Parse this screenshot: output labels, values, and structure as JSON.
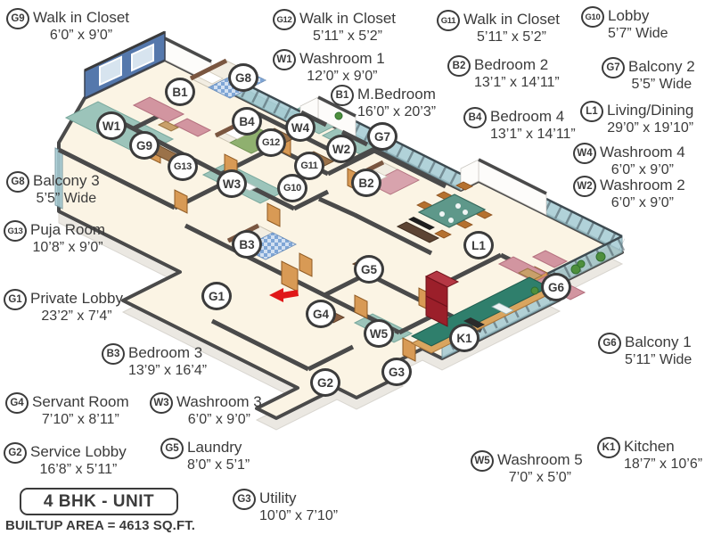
{
  "title_box": {
    "label": "4 BHK - UNIT"
  },
  "builtup_area": "BUILTUP AREA = 4613 SQ.FT.",
  "palette": {
    "wall": "#4a4a4a",
    "floor": "#fbf4e4",
    "blue_feature_wall": "#5578ac",
    "glass_teal": "#a7ccd4",
    "washroom_tile": "#9cc4ba",
    "sofa_pink": "#d295a0",
    "wood_door": "#d89a55",
    "kitchen_counter_green": "#2f7f6c",
    "fridge_red": "#9b1f2a",
    "entrance_arrow_red": "#e01818",
    "balcony_floor_tan": "#c8a87c",
    "text": "#3b3b3b"
  },
  "legend": {
    "g9": {
      "code": "G9",
      "name": "Walk in Closet",
      "dims": "6’0” x 9’0”"
    },
    "g12": {
      "code": "G12",
      "name": "Walk in Closet",
      "dims": "5’11” x 5’2”"
    },
    "g11": {
      "code": "G11",
      "name": "Walk in Closet",
      "dims": "5’11” x 5’2”"
    },
    "g10": {
      "code": "G10",
      "name": "Lobby",
      "dims": "5’7” Wide"
    },
    "w1": {
      "code": "W1",
      "name": "Washroom 1",
      "dims": "12’0” x 9’0”"
    },
    "b1": {
      "code": "B1",
      "name": "M.Bedroom",
      "dims": "16’0” x 20’3”"
    },
    "b2": {
      "code": "B2",
      "name": "Bedroom 2",
      "dims": "13’1” x 14’11”"
    },
    "g7": {
      "code": "G7",
      "name": "Balcony 2",
      "dims": "5’5” Wide"
    },
    "b4": {
      "code": "B4",
      "name": "Bedroom 4",
      "dims": "13’1” x 14’11”"
    },
    "l1": {
      "code": "L1",
      "name": "Living/Dining",
      "dims": "29’0” x 19’10”"
    },
    "w4": {
      "code": "W4",
      "name": "Washroom 4",
      "dims": "6’0” x 9’0”"
    },
    "w2": {
      "code": "W2",
      "name": "Washroom 2",
      "dims": "6’0” x 9’0”"
    },
    "g8": {
      "code": "G8",
      "name": "Balcony 3",
      "dims": "5’5” Wide"
    },
    "g13": {
      "code": "G13",
      "name": "Puja Room",
      "dims": "10’8” x 9’0”"
    },
    "g1": {
      "code": "G1",
      "name": "Private Lobby",
      "dims": "23’2” x 7’4”"
    },
    "b3": {
      "code": "B3",
      "name": "Bedroom 3",
      "dims": "13’9” x 16’4”"
    },
    "g4": {
      "code": "G4",
      "name": "Servant Room",
      "dims": "7’10” x 8’11”"
    },
    "w3": {
      "code": "W3",
      "name": "Washroom 3",
      "dims": "6’0” x 9’0”"
    },
    "g2": {
      "code": "G2",
      "name": "Service Lobby",
      "dims": "16’8” x 5’11”"
    },
    "g5": {
      "code": "G5",
      "name": "Laundry",
      "dims": "8’0” x 5’1”"
    },
    "g3": {
      "code": "G3",
      "name": "Utility",
      "dims": "10’0” x 7’10”"
    },
    "w5": {
      "code": "W5",
      "name": "Washroom 5",
      "dims": "7’0” x 5’0”"
    },
    "k1": {
      "code": "K1",
      "name": "Kitchen",
      "dims": "18’7” x 10’6”"
    },
    "g6": {
      "code": "G6",
      "name": "Balcony 1",
      "dims": "5’11” Wide"
    }
  }
}
